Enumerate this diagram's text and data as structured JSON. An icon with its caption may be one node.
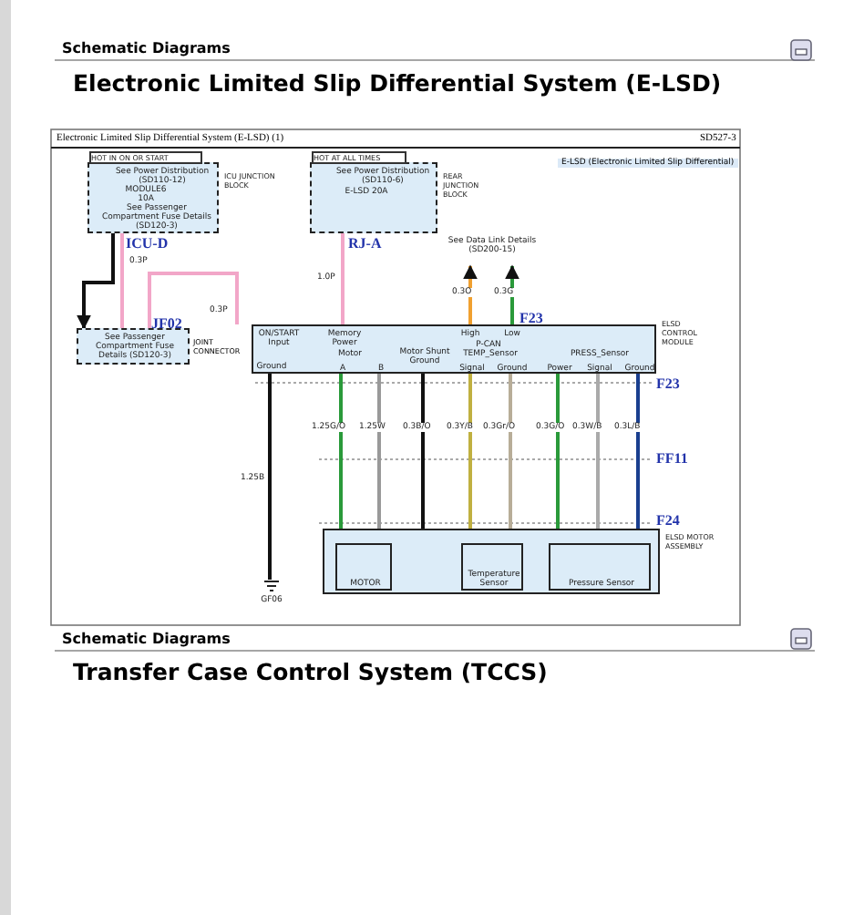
{
  "diagram": {
    "title": "Electronic Limited Slip Differential System (E-LSD)",
    "nodes": [
      {
        "text": [
          "See Power Distribution (SD110-12)",
          "MODULE6 10A",
          "See Passenger Compartment Fuse Details (SD120-3)"
        ],
        "beside": [
          "HOT IN ON OR START",
          "ICU JUNCTION BLOCK"
        ]
      },
      {
        "text": [
          "See Power Distribution (SD110-6)",
          "E-LSD 20A"
        ],
        "beside": [
          "HOT AT ALL TIMES",
          "REAR JUNCTION BLOCK"
        ]
      },
      {
        "text": [
          "See Passenger Compartment Fuse Details (SD120-3)"
        ]
      },
      {
        "text": [
          "ON/START Input",
          "Memory Power",
          "High",
          "Low",
          "P-CAN",
          "Ground",
          "Motor",
          "A",
          "B",
          "Motor Shunt Ground",
          "TEMP_Sensor",
          "Signal",
          "Ground",
          "PRESS_Sensor",
          "Power",
          "Signal",
          "Ground"
        ],
        "beside": [
          "ELSD CONTROL MODULE"
        ]
      },
      {
        "text": [],
        "shape": "box",
        "beside": [
          "ELSD MOTOR ASSEMBLY"
        ]
      },
      {
        "text": [
          "MOTOR"
        ],
        "in": 4
      },
      {
        "text": [
          "Temperature Sensor"
        ],
        "in": 4
      },
      {
        "text": [
          "Pressure Sensor"
        ],
        "in": 4
      },
      {
        "text": [
          "See Data Link Details (SD200-15)"
        ]
      },
      {
        "text": [
          "GF06"
        ]
      }
    ],
    "edges": [
      {
        "from": 0,
        "to": 2,
        "arrow": "none",
        "label": "0.3P",
        "color": "#f2a6c8"
      },
      {
        "from": 0,
        "to": 2,
        "arrow": "to",
        "color": "#111111"
      },
      {
        "from": 2,
        "to": 3,
        "arrow": "none",
        "label": "0.3P",
        "color": "#f2a6c8"
      },
      {
        "from": 1,
        "to": 3,
        "arrow": "none",
        "label": "1.0P",
        "color": "#f2a6c8"
      },
      {
        "from": 3,
        "to": 8,
        "arrow": "to",
        "label": "0.3O",
        "color": "#f0a030"
      },
      {
        "from": 3,
        "to": 8,
        "arrow": "to",
        "label": "0.3G",
        "color": "#2a9a3a"
      },
      {
        "from": 3,
        "to": 9,
        "arrow": "none",
        "label": "1.25B",
        "color": "#111111"
      },
      {
        "from": 3,
        "to": 5,
        "arrow": "none",
        "label": "1.25G/O",
        "color": "#2a9a3a"
      },
      {
        "from": 3,
        "to": 5,
        "arrow": "none",
        "label": "1.25W",
        "color": "#999999"
      },
      {
        "from": 3,
        "to": 4,
        "arrow": "none",
        "label": "0.3B/O",
        "color": "#111111"
      },
      {
        "from": 3,
        "to": 6,
        "arrow": "none",
        "label": "0.3Y/B",
        "color": "#c0b040"
      },
      {
        "from": 3,
        "to": 6,
        "arrow": "none",
        "label": "0.3Gr/O",
        "color": "#b8ad98"
      },
      {
        "from": 3,
        "to": 7,
        "arrow": "none",
        "label": "0.3G/O",
        "color": "#2a9a3a"
      },
      {
        "from": 3,
        "to": 7,
        "arrow": "none",
        "label": "0.3W/B",
        "color": "#aaaaaa"
      },
      {
        "from": 3,
        "to": 7,
        "arrow": "none",
        "label": "0.3L/B",
        "color": "#1a3f8f"
      }
    ],
    "labels": [
      "Schematic Diagrams",
      "Electronic Limited Slip Differential System (E-LSD) (1)",
      "SD527-3",
      "E-LSD (Electronic Limited Slip Differential)",
      "ICU-D",
      "RJ-A",
      "JF02",
      "JOINT CONNECTOR",
      "F23",
      "F23",
      "FF11",
      "F24",
      "Schematic Diagrams",
      "Transfer Case Control System (TCCS)"
    ]
  }
}
